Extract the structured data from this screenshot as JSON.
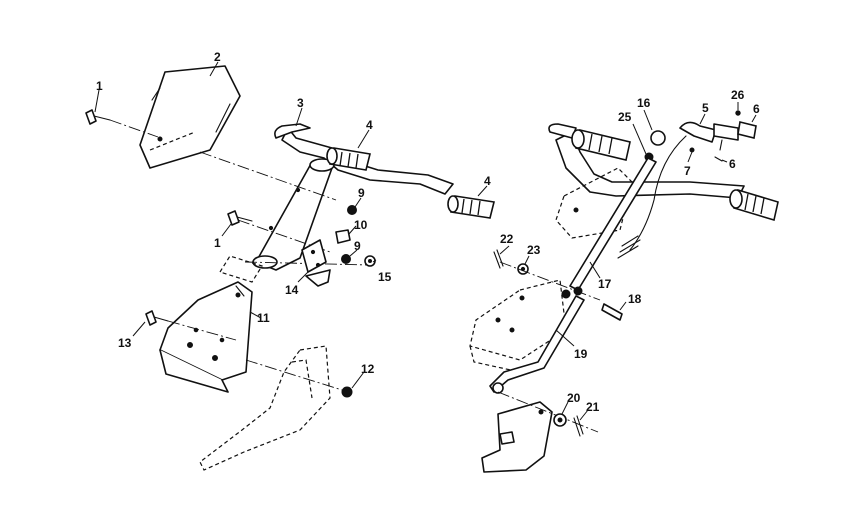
{
  "diagram": {
    "callouts": [
      {
        "key": "c1a",
        "text": "1"
      },
      {
        "key": "c2",
        "text": "2"
      },
      {
        "key": "c3",
        "text": "3"
      },
      {
        "key": "c4a",
        "text": "4"
      },
      {
        "key": "c4b",
        "text": "4"
      },
      {
        "key": "c9a",
        "text": "9"
      },
      {
        "key": "c10",
        "text": "10"
      },
      {
        "key": "c1b",
        "text": "1"
      },
      {
        "key": "c9b",
        "text": "9"
      },
      {
        "key": "c15",
        "text": "15"
      },
      {
        "key": "c14",
        "text": "14"
      },
      {
        "key": "c11",
        "text": "11"
      },
      {
        "key": "c13",
        "text": "13"
      },
      {
        "key": "c12",
        "text": "12"
      },
      {
        "key": "c16",
        "text": "16"
      },
      {
        "key": "c25",
        "text": "25"
      },
      {
        "key": "c5",
        "text": "5"
      },
      {
        "key": "c26",
        "text": "26"
      },
      {
        "key": "c6a",
        "text": "6"
      },
      {
        "key": "c7",
        "text": "7"
      },
      {
        "key": "c6b",
        "text": "6"
      },
      {
        "key": "c22",
        "text": "22"
      },
      {
        "key": "c23",
        "text": "23"
      },
      {
        "key": "c17",
        "text": "17"
      },
      {
        "key": "c18",
        "text": "18"
      },
      {
        "key": "c19",
        "text": "19"
      },
      {
        "key": "c20",
        "text": "20"
      },
      {
        "key": "c21",
        "text": "21"
      }
    ]
  }
}
